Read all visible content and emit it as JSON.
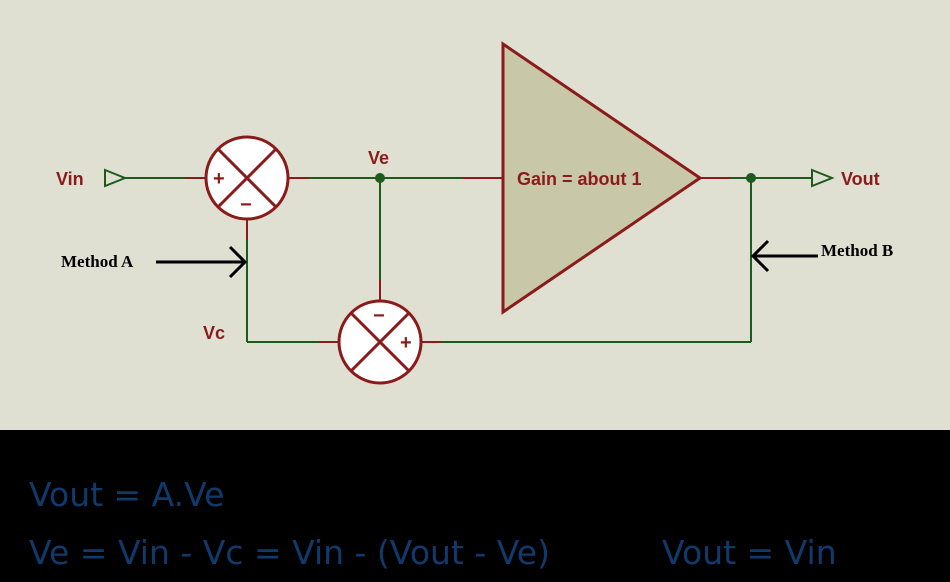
{
  "diagram": {
    "labels": {
      "vin": "Vin",
      "vout": "Vout",
      "ve": "Ve",
      "vc": "Vc",
      "gain": "Gain = about 1",
      "method_a": "Method A",
      "method_b": "Method B"
    },
    "summer_top_signs": {
      "left": "+",
      "bottom": "−"
    },
    "summer_bottom_signs": {
      "top": "−",
      "right": "+"
    },
    "colors": {
      "background": "#e0e0d2",
      "wire": "#1c5b1c",
      "component": "#8b1a1a",
      "amp_fill": "#c8c8a8",
      "equation_text": "#0f3a6b"
    }
  },
  "equations": {
    "eq1": "Vout = A.Ve",
    "eq2": "Ve = Vin - Vc = Vin - (Vout - Ve)",
    "eq3": "Vout = Vin"
  }
}
